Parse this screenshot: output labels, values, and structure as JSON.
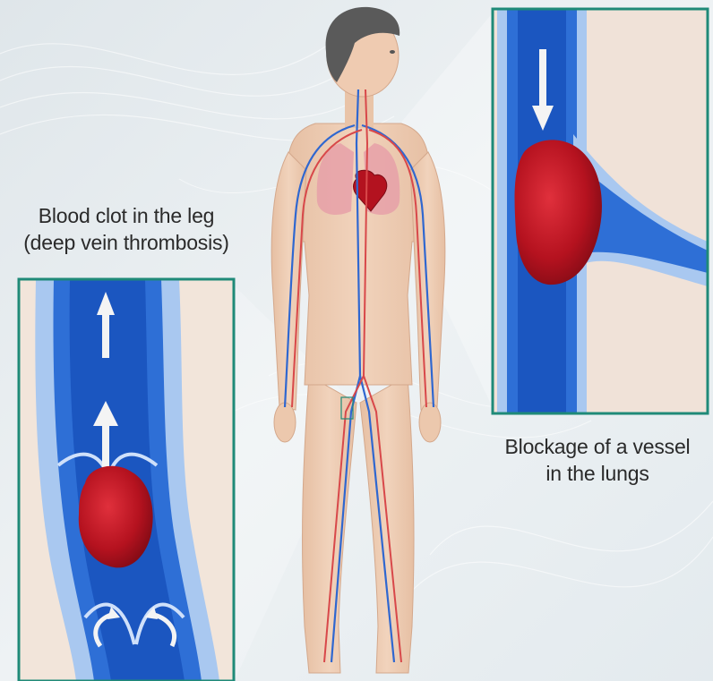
{
  "captions": {
    "left_line1": "Blood clot in the leg",
    "left_line2": "(deep vein thrombosis)",
    "right_line1": "Blockage of a vessel",
    "right_line2": "in the lungs"
  },
  "colors": {
    "frame": "#1f8a78",
    "vein_dark": "#1f5fc8",
    "vein_light": "#7fb0ee",
    "artery": "#d8484a",
    "clot": "#b3121f",
    "skin": "#ecc8ad",
    "hair": "#5a5a5a",
    "lung": "#e6a0a8"
  }
}
